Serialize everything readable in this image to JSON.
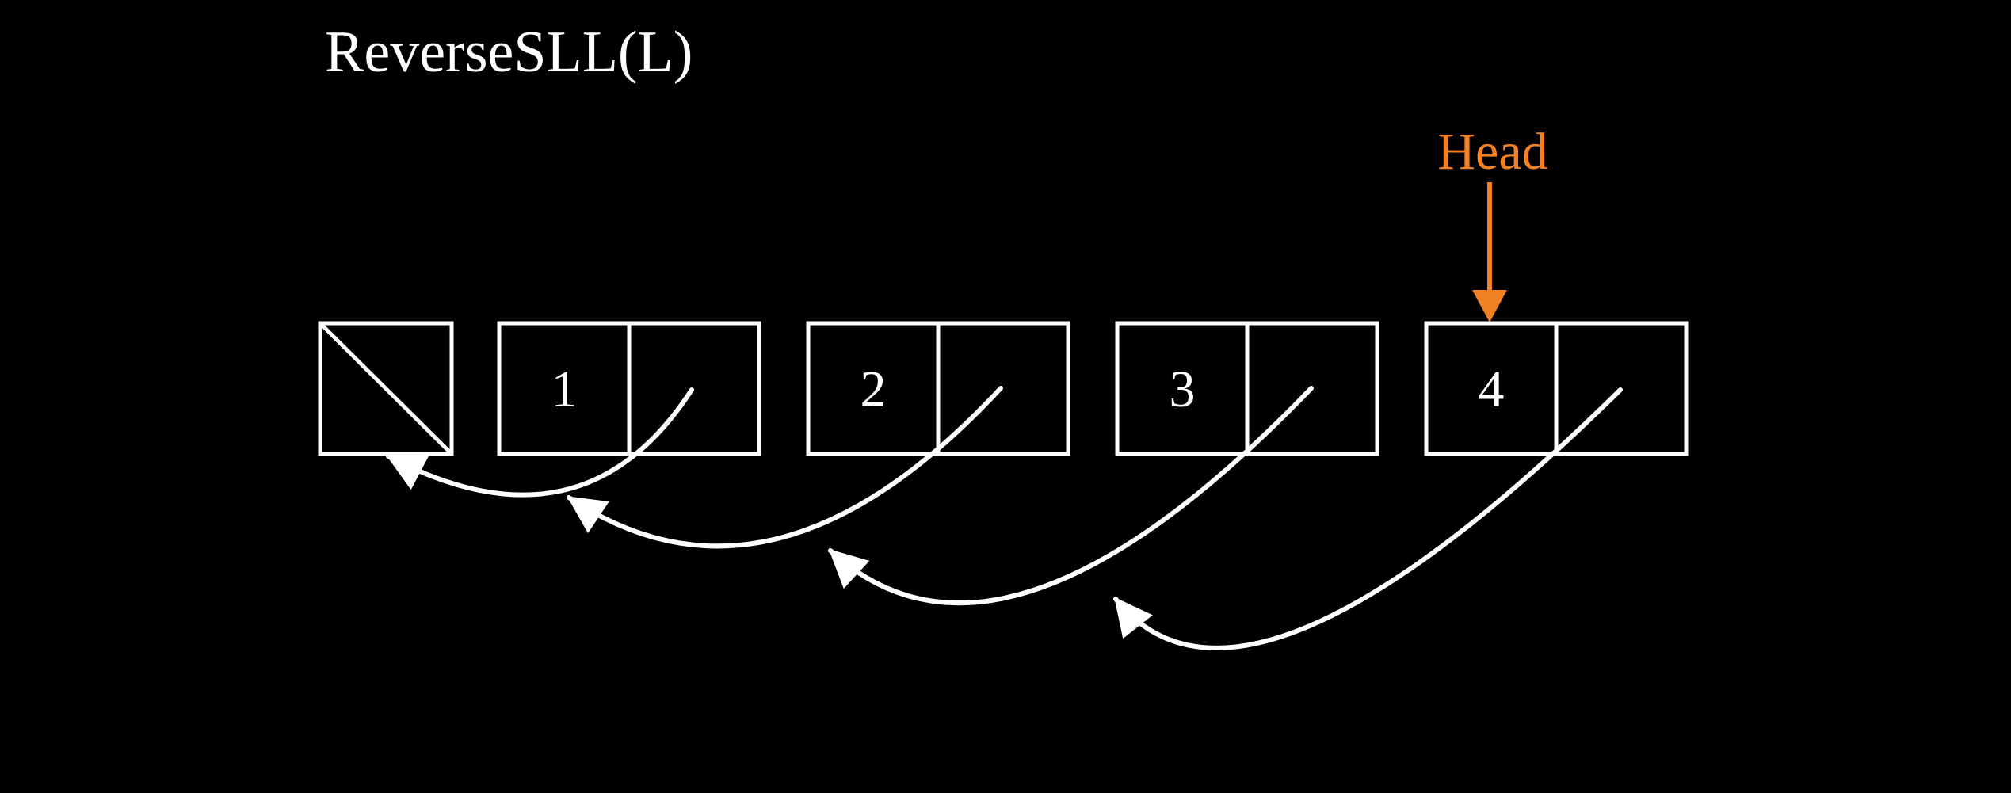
{
  "title": "ReverseSLL(L)",
  "head_pointer": {
    "label": "Head",
    "points_to_node_value": "4"
  },
  "nodes": [
    {
      "value": "1"
    },
    {
      "value": "2"
    },
    {
      "value": "3"
    },
    {
      "value": "4"
    }
  ],
  "null_terminator": {
    "style": "crossed-box"
  },
  "reversed_links": [
    {
      "from": "1",
      "to": "null"
    },
    {
      "from": "2",
      "to": "1"
    },
    {
      "from": "3",
      "to": "2"
    },
    {
      "from": "4",
      "to": "3"
    }
  ],
  "colors": {
    "background": "#000000",
    "diagram": "#ffffff",
    "head_accent": "#f28124"
  }
}
